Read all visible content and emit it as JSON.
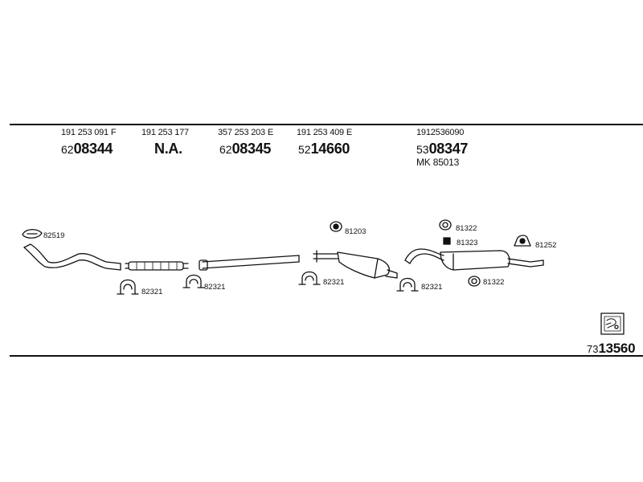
{
  "columns": [
    {
      "part_number": "191 253 091 F",
      "code_prefix": "62",
      "code_main": "08344"
    },
    {
      "part_number": "191 253 177",
      "code_main": "N.A."
    },
    {
      "part_number": "357 253 203 E",
      "code_prefix": "62",
      "code_main": "08345"
    },
    {
      "part_number": "191 253 409 E",
      "code_prefix": "52",
      "code_main": "14660"
    },
    {
      "part_number": "1912536090",
      "code_prefix": "53",
      "code_main": "08347",
      "extra": "MK  85013"
    }
  ],
  "part_labels": {
    "p82519": "82519",
    "p82321a": "82321",
    "p82321b": "82321",
    "p81203": "81203",
    "p82321c": "82321",
    "p82321d": "82321",
    "p81322a": "81322",
    "p81323": "81323",
    "p81252": "81252",
    "p81322b": "81322"
  },
  "footer": {
    "prefix": "73",
    "main": "13560"
  }
}
